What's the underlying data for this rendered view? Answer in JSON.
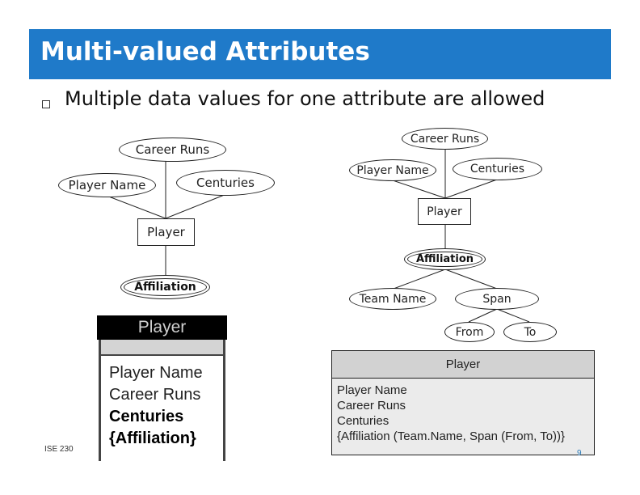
{
  "slide": {
    "title": "Multi-valued Attributes",
    "bullet": "Multiple data values for one attribute are allowed",
    "footer": "ISE 230",
    "page_number": "9"
  },
  "left_diagram": {
    "career_runs": "Career Runs",
    "player_name": "Player Name",
    "centuries": "Centuries",
    "entity": "Player",
    "affiliation": "Affiliation"
  },
  "right_diagram": {
    "career_runs": "Career Runs",
    "player_name": "Player Name",
    "centuries": "Centuries",
    "entity": "Player",
    "affiliation": "Affiliation",
    "team_name": "Team Name",
    "span": "Span",
    "from": "From",
    "to": "To"
  },
  "left_table": {
    "header": "Player",
    "rows": [
      "Player Name",
      "Career Runs",
      "Centuries",
      "{Affiliation}"
    ]
  },
  "right_table": {
    "header": "Player",
    "rows": [
      "Player Name",
      "Career Runs",
      "Centuries",
      "{Affiliation (Team.Name, Span (From, To))}"
    ]
  }
}
